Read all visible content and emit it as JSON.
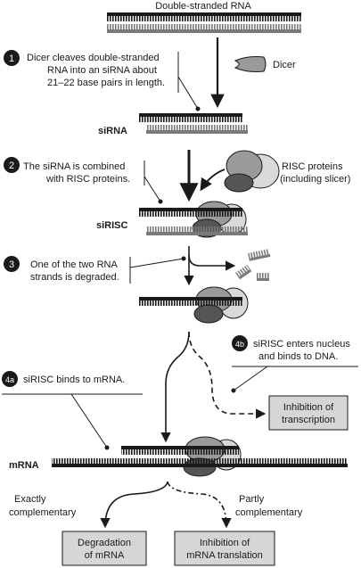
{
  "title": "Double-stranded RNA",
  "steps": {
    "s1": {
      "num": "1",
      "line1": "Dicer cleaves double-stranded",
      "line2": "RNA into an siRNA about",
      "line3": "21–22 base pairs in length."
    },
    "s2": {
      "num": "2",
      "line1": "The siRNA is combined",
      "line2": "with RISC proteins."
    },
    "s3": {
      "num": "3",
      "line1": "One of the two RNA",
      "line2": "strands is degraded."
    },
    "s4a": {
      "num": "4a",
      "line1": "siRISC binds to mRNA."
    },
    "s4b": {
      "num": "4b",
      "line1": "siRISC enters nucleus",
      "line2": "and binds to DNA."
    }
  },
  "labels": {
    "dicer": "Dicer",
    "sirna": "siRNA",
    "risc1": "RISC proteins",
    "risc2": "(including slicer)",
    "sirisc": "siRISC",
    "mrna": "mRNA",
    "exact1": "Exactly",
    "exact2": "complementary",
    "partly1": "Partly",
    "partly2": "complementary"
  },
  "boxes": {
    "transcription": {
      "line1": "Inhibition of",
      "line2": "transcription"
    },
    "degradation": {
      "line1": "Degradation",
      "line2": "of mRNA"
    },
    "translation": {
      "line1": "Inhibition of",
      "line2": "mRNA translation"
    }
  },
  "colors": {
    "ink": "#1a1a1a",
    "gray_strand": "#7a7a7a",
    "box_fill": "#d6d6d6",
    "protein_dark": "#555555",
    "protein_mid": "#9a9a9a",
    "protein_light": "#d9d9d9"
  }
}
